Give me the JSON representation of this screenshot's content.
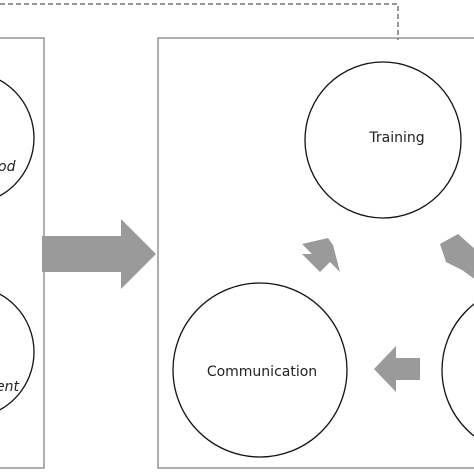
{
  "colors": {
    "stroke": "#7a7a7a",
    "circle_stroke": "#111111",
    "arrow_fill": "#9a9a9a",
    "background": "#ffffff",
    "text": "#222222"
  },
  "nodes": {
    "training": "Training",
    "communication": "Communication",
    "left_top_partial": "od",
    "left_bottom_partial": "ent"
  }
}
